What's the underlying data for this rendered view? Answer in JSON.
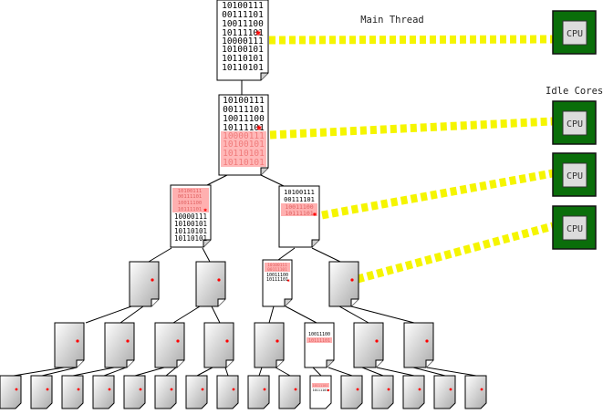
{
  "labels": {
    "main_thread": "Main Thread",
    "idle_cores": "Idle Cores"
  },
  "cpus": [
    {
      "label": "CPU",
      "role": "main"
    },
    {
      "label": "CPU",
      "role": "idle"
    },
    {
      "label": "CPU",
      "role": "idle"
    },
    {
      "label": "CPU",
      "role": "idle"
    }
  ],
  "documents": {
    "root": [
      "10100111",
      "00111101",
      "10011100",
      "10111101",
      "10000111",
      "10100101",
      "10110101",
      "10110101"
    ],
    "second": [
      "10100111",
      "00111101",
      "10011100",
      "10111101",
      "10000111",
      "10100101",
      "10110101",
      "10110101"
    ],
    "left_child": [
      "10100111",
      "00111101",
      "10011100",
      "10111101",
      "10000111",
      "10100101",
      "10110101",
      "10110101"
    ],
    "right_child": [
      "10100111",
      "00111101",
      "10011100",
      "10111101"
    ],
    "level3_doc": [
      "10100111",
      "00111101",
      "10011100",
      "10111101"
    ],
    "level4_doc": [
      "10011100",
      "10111101"
    ],
    "level5_doc": [
      "10111101",
      "10111101"
    ]
  },
  "colors": {
    "connection": "#f5f500",
    "cpu_chip": "#0a6e0a",
    "cpu_core": "#dcdcdc",
    "highlight": "#ffb0b0",
    "cursor": "#ff0000"
  }
}
